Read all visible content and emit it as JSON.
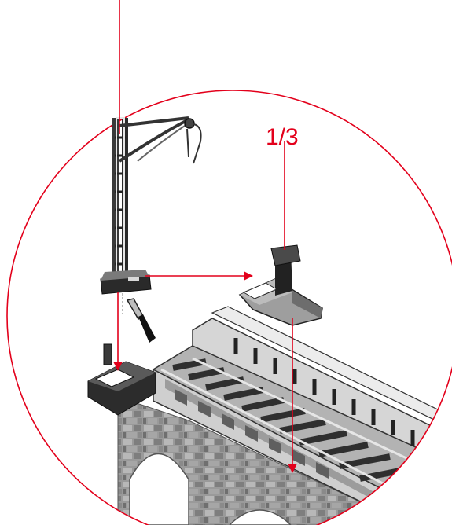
{
  "diagram": {
    "callout_label": "1/3",
    "colors": {
      "accent": "#e3001b",
      "background": "#ffffff",
      "stone": "#8e8e8e",
      "metal": "#4a4a4a"
    },
    "icons": [
      "catenary-mast",
      "mast-base-adapter",
      "knife-tool",
      "viaduct-bridge"
    ]
  }
}
